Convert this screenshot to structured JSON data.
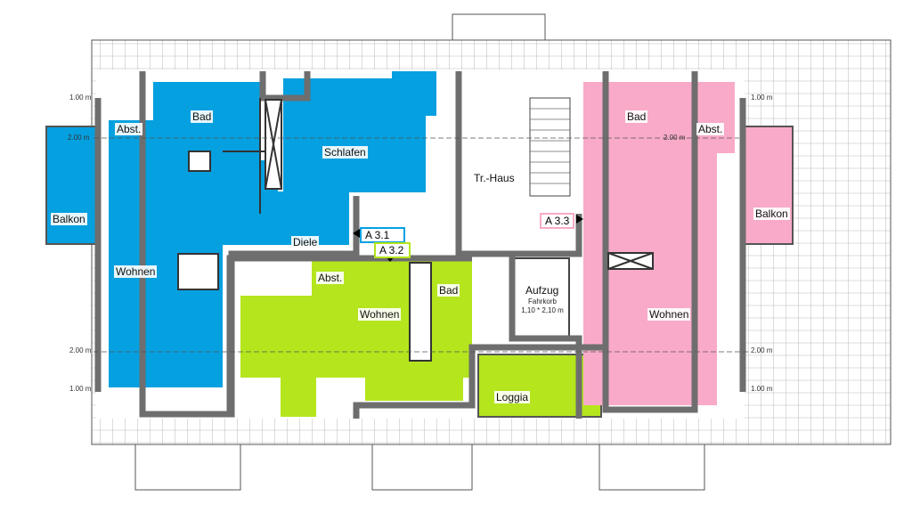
{
  "colors": {
    "unit_a31": "#05a0e0",
    "unit_a32": "#b4e51d",
    "unit_a33": "#f9aac8",
    "wall": "#6e6e6e"
  },
  "units": {
    "a31": "A 3.1",
    "a32": "A 3.2",
    "a33": "A 3.3"
  },
  "rooms": {
    "a31_abst": "Abst.",
    "a31_bad": "Bad",
    "a31_schlafen": "Schlafen",
    "a31_balkon": "Balkon",
    "a31_diele": "Diele",
    "a31_wohnen": "Wohnen",
    "trhaus": "Tr.-Haus",
    "a32_abst": "Abst.",
    "a32_wohnen": "Wohnen",
    "a32_bad": "Bad",
    "loggia": "Loggia",
    "aufzug": "Aufzug",
    "aufzug_sub": "Fahrkorb",
    "aufzug_size": "1,10 * 2,10 m",
    "a33_bad": "Bad",
    "a33_abst": "Abst.",
    "a33_balkon": "Balkon",
    "a33_wohnen": "Wohnen"
  },
  "dims": {
    "left_top_1": "1.00 m",
    "left_top_2": "2.00 m",
    "left_bot_2": "2.00 m",
    "left_bot_1": "1.00 m",
    "right_top_1": "1.00 m",
    "right_top_2": "2.00 m",
    "right_bot_2": "2.00 m",
    "right_bot_1": "1.00 m"
  }
}
